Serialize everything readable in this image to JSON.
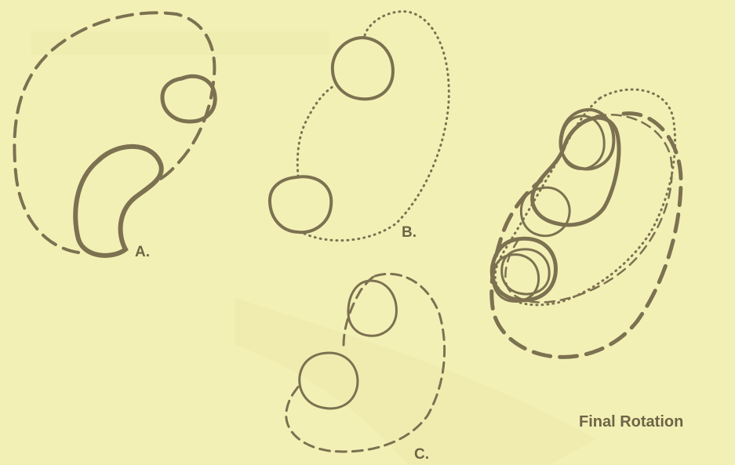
{
  "figure": {
    "colors": {
      "background": "#f3f0b6",
      "ink": "#7c7150",
      "label": "#6e6446"
    },
    "panels": [
      {
        "id": "a",
        "label": "A."
      },
      {
        "id": "b",
        "label": "B."
      },
      {
        "id": "c",
        "label": "C."
      },
      {
        "id": "final",
        "label": "Final Rotation"
      }
    ]
  }
}
